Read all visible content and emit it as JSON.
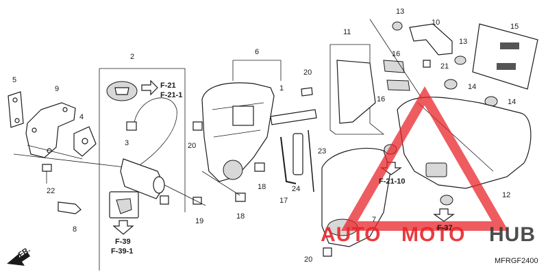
{
  "callouts": [
    {
      "id": "c1",
      "text": "1"
    },
    {
      "id": "c2",
      "text": "2"
    },
    {
      "id": "c3",
      "text": "3"
    },
    {
      "id": "c4",
      "text": "4"
    },
    {
      "id": "c5",
      "text": "5"
    },
    {
      "id": "c6",
      "text": "6"
    },
    {
      "id": "c7",
      "text": "7"
    },
    {
      "id": "c8",
      "text": "8"
    },
    {
      "id": "c9",
      "text": "9"
    },
    {
      "id": "c10",
      "text": "10"
    },
    {
      "id": "c11",
      "text": "11"
    },
    {
      "id": "c12",
      "text": "12"
    },
    {
      "id": "c13a",
      "text": "13"
    },
    {
      "id": "c13b",
      "text": "13"
    },
    {
      "id": "c14a",
      "text": "14"
    },
    {
      "id": "c14b",
      "text": "14"
    },
    {
      "id": "c15",
      "text": "15"
    },
    {
      "id": "c16a",
      "text": "16"
    },
    {
      "id": "c16b",
      "text": "16"
    },
    {
      "id": "c17",
      "text": "17"
    },
    {
      "id": "c18a",
      "text": "18"
    },
    {
      "id": "c18b",
      "text": "18"
    },
    {
      "id": "c19",
      "text": "19"
    },
    {
      "id": "c20a",
      "text": "20"
    },
    {
      "id": "c20b",
      "text": "20"
    },
    {
      "id": "c20c",
      "text": "20"
    },
    {
      "id": "c21",
      "text": "21"
    },
    {
      "id": "c22",
      "text": "22"
    },
    {
      "id": "c23",
      "text": "23"
    },
    {
      "id": "c24",
      "text": "24"
    }
  ],
  "refs": {
    "f21": "F-21",
    "f21_1": "F-21-1",
    "f39": "F-39",
    "f39_1": "F-39-1",
    "f21_10": "F-21-10",
    "f37": "F-37"
  },
  "front_arrow": "FR.",
  "diagram_code": "MFRGF2400",
  "watermark": {
    "part1": "AUTO",
    "part2": "MOTO",
    "part3": "HUB"
  },
  "colors": {
    "watermark_red": "#e8262b",
    "watermark_dark": "#3a3a3a",
    "line": "#1a1a1a"
  }
}
